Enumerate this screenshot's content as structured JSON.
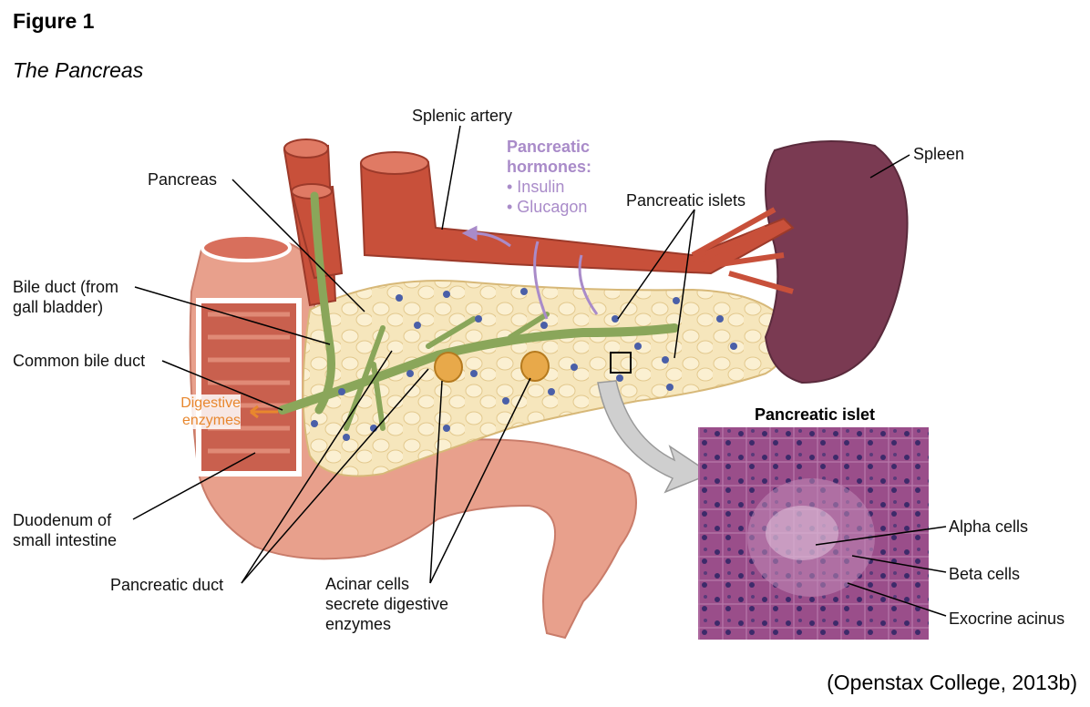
{
  "figure": {
    "number": "Figure 1",
    "title": "The Pancreas",
    "credit": "(Openstax College, 2013b)"
  },
  "labels": {
    "splenic_artery": "Splenic artery",
    "spleen": "Spleen",
    "pancreas": "Pancreas",
    "pancreatic_islets": "Pancreatic islets",
    "bile_duct": "Bile duct (from\ngall bladder)",
    "common_bile_duct": "Common bile duct",
    "duodenum": "Duodenum of\nsmall intestine",
    "pancreatic_duct": "Pancreatic duct",
    "acinar_cells": "Acinar cells\nsecrete digestive\nenzymes",
    "digestive_enzymes": "Digestive\nenzymes"
  },
  "hormones": {
    "heading": "Pancreatic\nhormones:",
    "items": [
      "• Insulin",
      "• Glucagon"
    ]
  },
  "micrograph": {
    "title": "Pancreatic islet",
    "labels": [
      "Alpha cells",
      "Beta cells",
      "Exocrine acinus"
    ]
  },
  "colors": {
    "artery": "#c8503a",
    "pancreas": "#f3e0b0",
    "duct": "#8aa65a",
    "spleen": "#7a3a52",
    "duodenum": "#e8a08c",
    "islet": "#4a5fa8",
    "hormone": "#a98bc9",
    "enzyme": "#e8872e",
    "micrograph": "#8a3f7a"
  }
}
